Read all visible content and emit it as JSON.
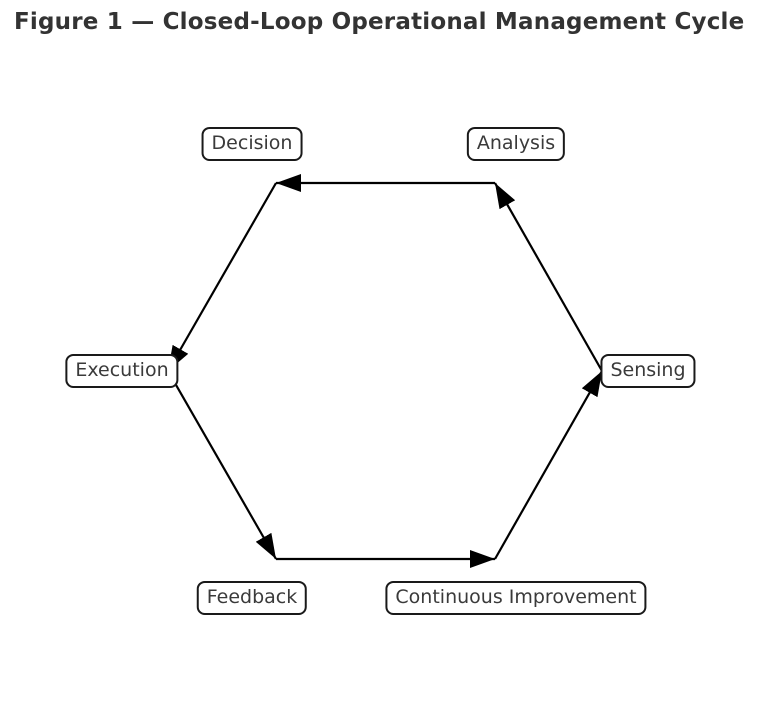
{
  "figure": {
    "title": "Figure 1 — Closed-Loop Operational Management Cycle",
    "title_color": "#333333",
    "background": "#ffffff"
  },
  "diagram": {
    "type": "closed-loop-cycle",
    "shape": "hexagon",
    "direction": "counterclockwise",
    "nodes": [
      {
        "id": "decision",
        "label": "Decision"
      },
      {
        "id": "analysis",
        "label": "Analysis"
      },
      {
        "id": "execution",
        "label": "Execution"
      },
      {
        "id": "sensing",
        "label": "Sensing"
      },
      {
        "id": "feedback",
        "label": "Feedback"
      },
      {
        "id": "continuous-improvement",
        "label": "Continuous Improvement"
      }
    ],
    "edges": [
      {
        "from": "sensing",
        "to": "analysis"
      },
      {
        "from": "analysis",
        "to": "decision"
      },
      {
        "from": "decision",
        "to": "execution"
      },
      {
        "from": "execution",
        "to": "feedback"
      },
      {
        "from": "feedback",
        "to": "continuous-improvement"
      },
      {
        "from": "continuous-improvement",
        "to": "sensing"
      }
    ],
    "style": {
      "arrow_color": "#000000",
      "node_border_color": "#1a1a1a",
      "node_fill_color": "#ffffff",
      "node_text_color": "#3a3a3a"
    }
  }
}
